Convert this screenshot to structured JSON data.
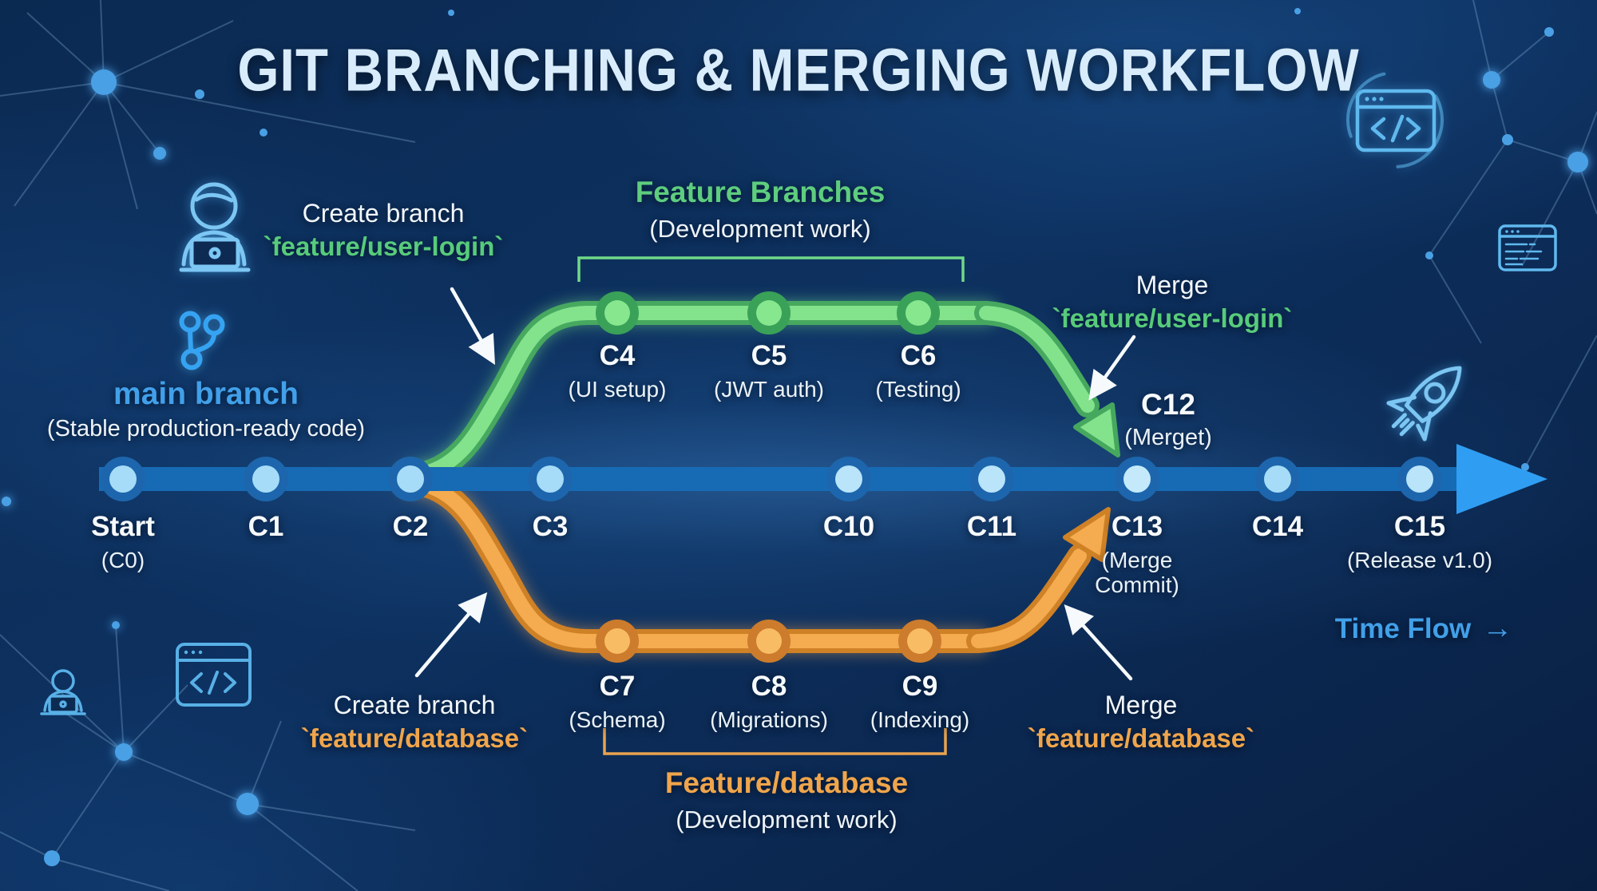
{
  "title": "GIT BRANCHING & MERGING WORKFLOW",
  "colors": {
    "background_navy": "#0c2b54",
    "main_blue": "#2f9df2",
    "feature_green": "#5ecd7e",
    "feature_orange": "#f0a54b",
    "text_white": "#f2f7fb",
    "accent_blue": "#41a0e9"
  },
  "main_branch": {
    "label": "main branch",
    "description": "(Stable production-ready code)",
    "commits": [
      {
        "id": "Start",
        "note": "(C0)"
      },
      {
        "id": "C1"
      },
      {
        "id": "C2"
      },
      {
        "id": "C3"
      },
      {
        "id": "C10"
      },
      {
        "id": "C11"
      },
      {
        "id": "C13",
        "note": "(Merge Commit)"
      },
      {
        "id": "C14"
      },
      {
        "id": "C15",
        "note": "(Release v1.0)"
      }
    ],
    "merge_label": {
      "id": "C12",
      "note": "(Merget)"
    },
    "time_flow": {
      "label": "Time Flow",
      "arrow": "→"
    }
  },
  "feature_user_login": {
    "header": {
      "title": "Feature Branches",
      "subtitle": "(Development work)"
    },
    "commits": [
      {
        "id": "C4",
        "note": "(UI setup)"
      },
      {
        "id": "C5",
        "note": "(JWT auth)"
      },
      {
        "id": "C6",
        "note": "(Testing)"
      }
    ],
    "create": {
      "line1": "Create branch",
      "code": "`feature/user-login`"
    },
    "merge": {
      "line1": "Merge",
      "code": "`feature/user-login`"
    }
  },
  "feature_database": {
    "header": {
      "title": "Feature/database",
      "subtitle": "(Development work)"
    },
    "commits": [
      {
        "id": "C7",
        "note": "(Schema)"
      },
      {
        "id": "C8",
        "note": "(Migrations)"
      },
      {
        "id": "C9",
        "note": "(Indexing)"
      }
    ],
    "create": {
      "line1": "Create branch",
      "code": "`feature/database`"
    },
    "merge": {
      "line1": "Merge",
      "code": "`feature/database`"
    }
  },
  "icons": {
    "top_left": [
      "person-laptop-icon",
      "git-branch-icon"
    ],
    "top_right": [
      "code-window-icon",
      "terminal-window-icon"
    ],
    "bottom_left": [
      "person-laptop-icon",
      "code-window-icon"
    ],
    "right": [
      "rocket-icon"
    ]
  }
}
